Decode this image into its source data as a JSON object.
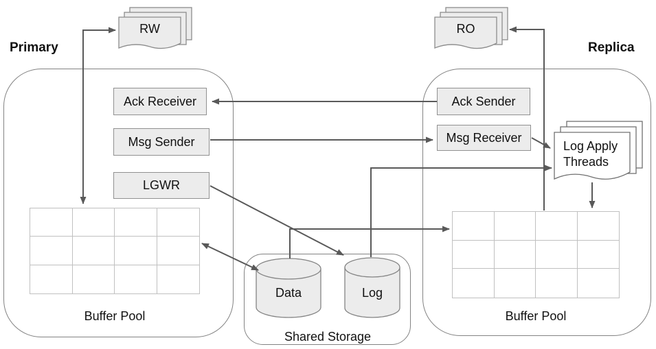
{
  "primary": {
    "region_label": "Primary",
    "client_stack_label": "RW",
    "ack_receiver": "Ack Receiver",
    "msg_sender": "Msg Sender",
    "lgwr": "LGWR",
    "buffer_pool_label": "Buffer Pool"
  },
  "replica": {
    "region_label": "Replica",
    "client_stack_label": "RO",
    "ack_sender": "Ack Sender",
    "msg_receiver": "Msg Receiver",
    "log_apply_threads": "Log Apply Threads",
    "buffer_pool_label": "Buffer Pool"
  },
  "shared_storage": {
    "label": "Shared Storage",
    "data_cylinder_label": "Data",
    "log_cylinder_label": "Log"
  },
  "connections": [
    {
      "from": "rw-clients",
      "to": "primary-buffer-pool",
      "bidirectional": true
    },
    {
      "from": "ack-sender",
      "to": "ack-receiver",
      "bidirectional": false
    },
    {
      "from": "msg-sender",
      "to": "msg-receiver",
      "bidirectional": false
    },
    {
      "from": "lgwr",
      "to": "log-storage",
      "bidirectional": false
    },
    {
      "from": "primary-buffer-pool",
      "to": "data-storage",
      "bidirectional": true
    },
    {
      "from": "data-storage",
      "to": "replica-buffer-pool",
      "bidirectional": false
    },
    {
      "from": "log-storage",
      "to": "log-apply-threads",
      "bidirectional": false
    },
    {
      "from": "msg-receiver",
      "to": "log-apply-threads",
      "bidirectional": false
    },
    {
      "from": "log-apply-threads",
      "to": "replica-buffer-pool",
      "bidirectional": false
    },
    {
      "from": "replica-buffer-pool",
      "to": "ro-clients",
      "bidirectional": false
    }
  ],
  "colors": {
    "box_fill": "#ececec",
    "box_border": "#909090",
    "container_border": "#828282",
    "arrow": "#595959",
    "grid_line": "#c0c0c0",
    "page_fill": "#ececec",
    "white_page_fill": "#ffffff",
    "text": "#111111"
  }
}
